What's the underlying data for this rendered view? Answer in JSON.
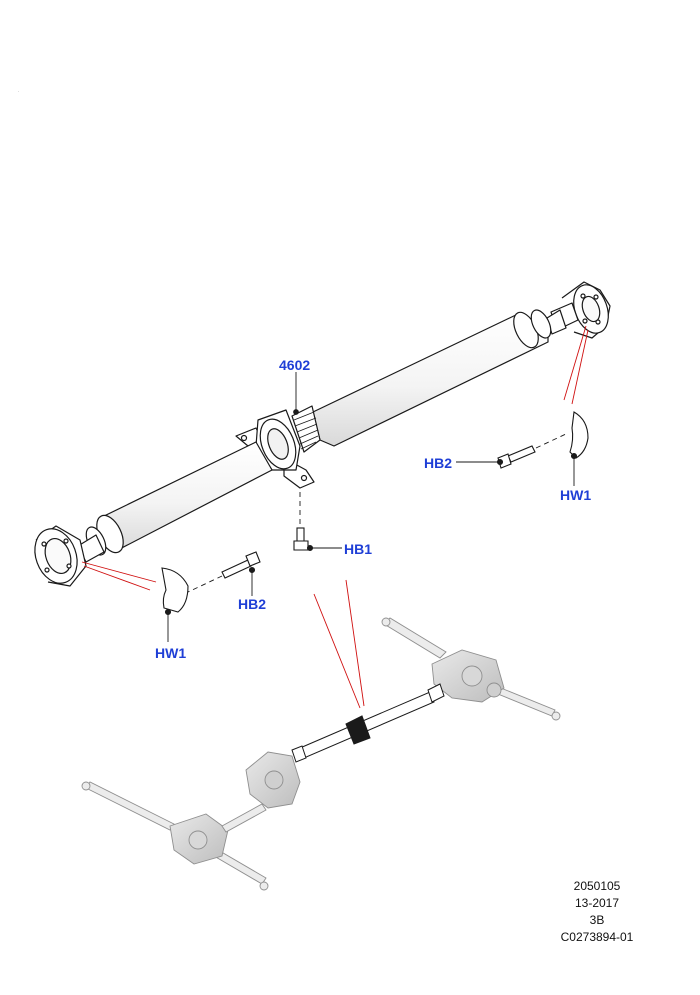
{
  "callouts": {
    "part_4602": "4602",
    "hb1": "HB1",
    "hb2_left": "HB2",
    "hb2_right": "HB2",
    "hw1_left": "HW1",
    "hw1_right": "HW1"
  },
  "reference": {
    "line1": "2050105",
    "line2": "13-2017",
    "line3": "3B",
    "line4": "C0273894-01"
  },
  "colors": {
    "callout_text": "#1f3fd6",
    "leader_line": "#d01010",
    "part_outline": "#1a1a1a",
    "vehicle_ghost": "#9a9a9a"
  }
}
